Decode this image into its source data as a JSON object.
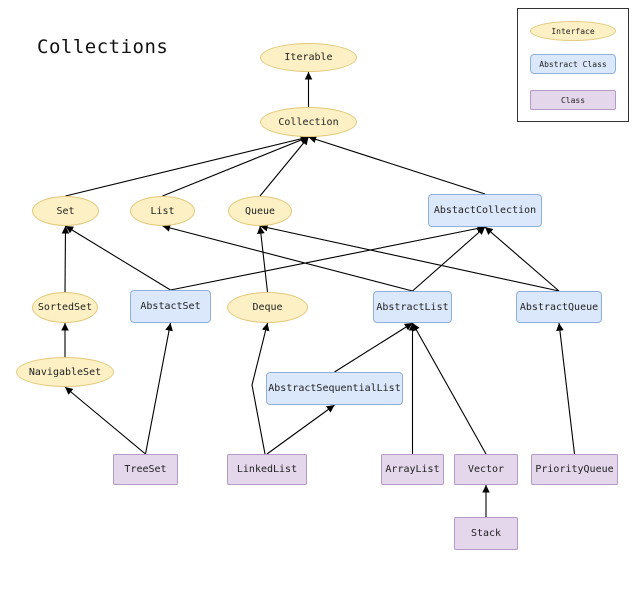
{
  "title": "Collections",
  "legend": {
    "interface": "Interface",
    "abstract": "Abstract Class",
    "class": "Class"
  },
  "nodes": {
    "iterable": "Iterable",
    "collection": "Collection",
    "set": "Set",
    "list": "List",
    "queue": "Queue",
    "abstact_collection": "AbstactCollection",
    "sorted_set": "SortedSet",
    "abstact_set": "AbstactSet",
    "deque": "Deque",
    "abstract_list": "AbstractList",
    "abstract_queue": "AbstractQueue",
    "navigable_set": "NavigableSet",
    "abstract_sequential_list": "AbstractSequentialList",
    "tree_set": "TreeSet",
    "linked_list": "LinkedList",
    "array_list": "ArrayList",
    "vector": "Vector",
    "priority_queue": "PriorityQueue",
    "stack": "Stack"
  },
  "edges": [
    [
      "collection",
      "iterable"
    ],
    [
      "set",
      "collection"
    ],
    [
      "list",
      "collection"
    ],
    [
      "queue",
      "collection"
    ],
    [
      "abstact_collection",
      "collection"
    ],
    [
      "sorted_set",
      "set"
    ],
    [
      "navigable_set",
      "sorted_set"
    ],
    [
      "abstact_set",
      "set"
    ],
    [
      "abstact_set",
      "abstact_collection"
    ],
    [
      "deque",
      "queue"
    ],
    [
      "abstract_list",
      "list"
    ],
    [
      "abstract_list",
      "abstact_collection"
    ],
    [
      "abstract_queue",
      "queue"
    ],
    [
      "abstract_queue",
      "abstact_collection"
    ],
    [
      "abstract_sequential_list",
      "abstract_list"
    ],
    [
      "tree_set",
      "navigable_set"
    ],
    [
      "tree_set",
      "abstact_set"
    ],
    [
      "linked_list",
      "deque"
    ],
    [
      "linked_list",
      "abstract_sequential_list"
    ],
    [
      "array_list",
      "abstract_list"
    ],
    [
      "vector",
      "abstract_list"
    ],
    [
      "stack",
      "vector"
    ],
    [
      "priority_queue",
      "abstract_queue"
    ]
  ]
}
